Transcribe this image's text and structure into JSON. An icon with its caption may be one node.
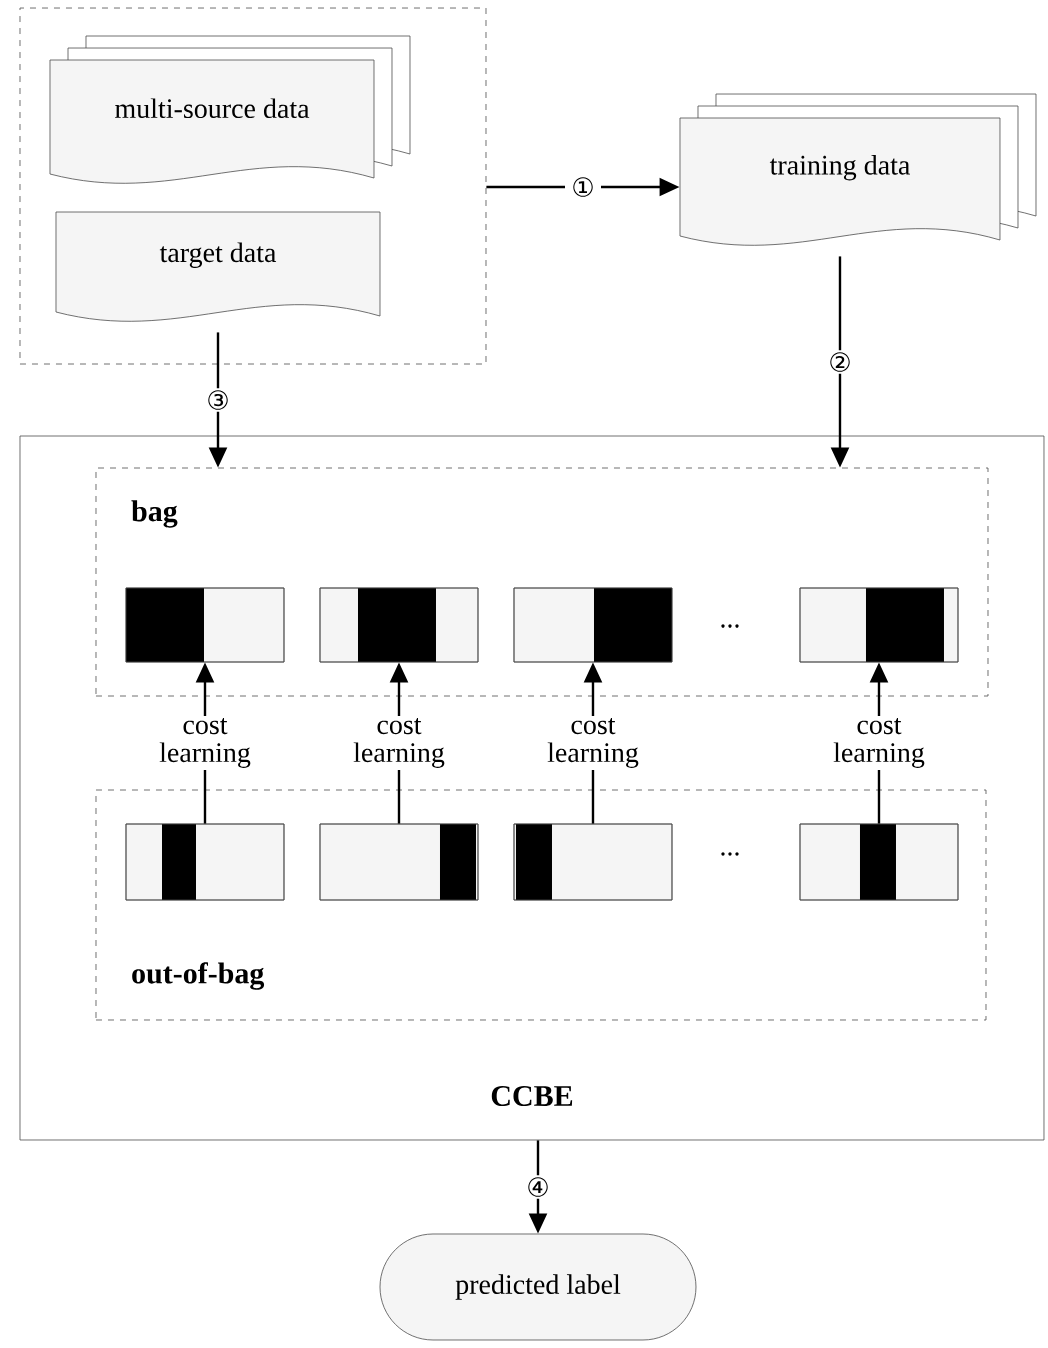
{
  "diagram": {
    "nodes": [
      {
        "text": [],
        "shape": "box"
      },
      {
        "text": [
          "multi-source data"
        ],
        "in": 0
      },
      {
        "text": [
          "target data"
        ],
        "in": 0
      },
      {
        "text": [
          "training data"
        ]
      },
      {
        "text": [
          "CCBE"
        ]
      },
      {
        "text": [
          "bag"
        ],
        "in": 4
      },
      {
        "text": [],
        "shape": "bar",
        "in": 5
      },
      {
        "text": [],
        "shape": "bar",
        "in": 5
      },
      {
        "text": [],
        "shape": "bar",
        "in": 5
      },
      {
        "text": [],
        "shape": "bar",
        "in": 5
      },
      {
        "text": [
          "out-of-bag"
        ],
        "in": 4
      },
      {
        "text": [],
        "shape": "bar",
        "in": 10
      },
      {
        "text": [],
        "shape": "bar",
        "in": 10
      },
      {
        "text": [],
        "shape": "bar",
        "in": 10
      },
      {
        "text": [],
        "shape": "bar",
        "in": 10
      },
      {
        "text": [
          "predicted label"
        ]
      }
    ],
    "edges": [
      {
        "from": 0,
        "to": 3,
        "arrow": "to",
        "label": "①"
      },
      {
        "from": 3,
        "to": 5,
        "arrow": "to",
        "label": "②"
      },
      {
        "from": 2,
        "to": 5,
        "arrow": "to",
        "label": "③"
      },
      {
        "from": 11,
        "to": 6,
        "arrow": "to",
        "label": "cost learning"
      },
      {
        "from": 12,
        "to": 7,
        "arrow": "to",
        "label": "cost learning"
      },
      {
        "from": 13,
        "to": 8,
        "arrow": "to",
        "label": "cost learning"
      },
      {
        "from": 14,
        "to": 9,
        "arrow": "to",
        "label": "cost learning"
      },
      {
        "from": 4,
        "to": 15,
        "arrow": "to",
        "label": "④"
      }
    ],
    "labels": [
      "...",
      "..."
    ]
  }
}
